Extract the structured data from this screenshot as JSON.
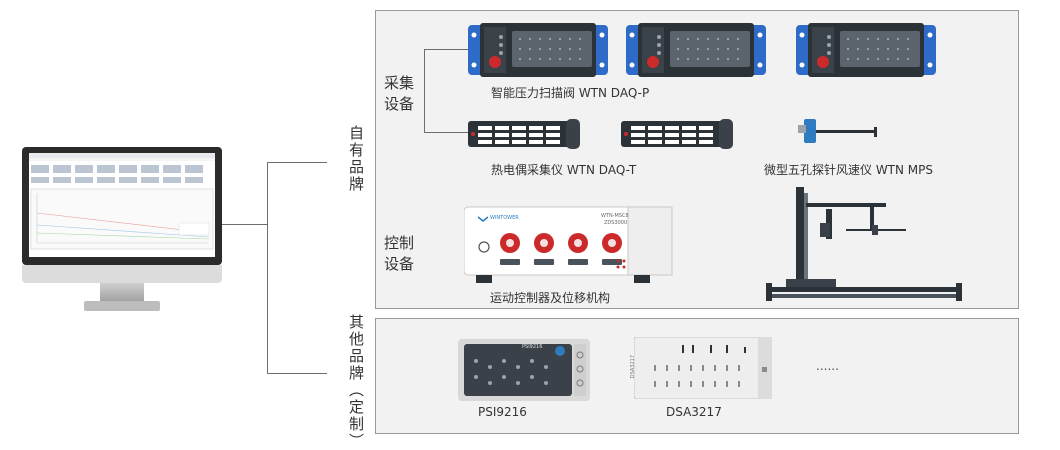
{
  "labels": {
    "own_brand": "自有品牌",
    "other_brand": "其他品牌（定制）",
    "acquisition": "采集设备",
    "control": "控制设备"
  },
  "devices": {
    "daq_p": "智能压力扫描阀 WTN DAQ-P",
    "daq_t": "热电偶采集仪 WTN DAQ-T",
    "mps": "微型五孔探针风速仪 WTN MPS",
    "motion": "运动控制器及位移机构",
    "psi": "PSI9216",
    "psi_panel_text": "PSI9216",
    "dsa": "DSA3217",
    "dsa_panel_text": "DSA3217",
    "ellipsis": "......",
    "controller_brand": "WINTOWER",
    "controller_model": "WTN-MSC8",
    "controller_sub": "ZDS3000"
  },
  "colors": {
    "daq_blue": "#2e6bc9",
    "daq_dark": "#2b3238",
    "red_connector": "#cc2a2a",
    "mps_blue": "#2f7bc0",
    "frame_line": "#6d6d6d"
  }
}
